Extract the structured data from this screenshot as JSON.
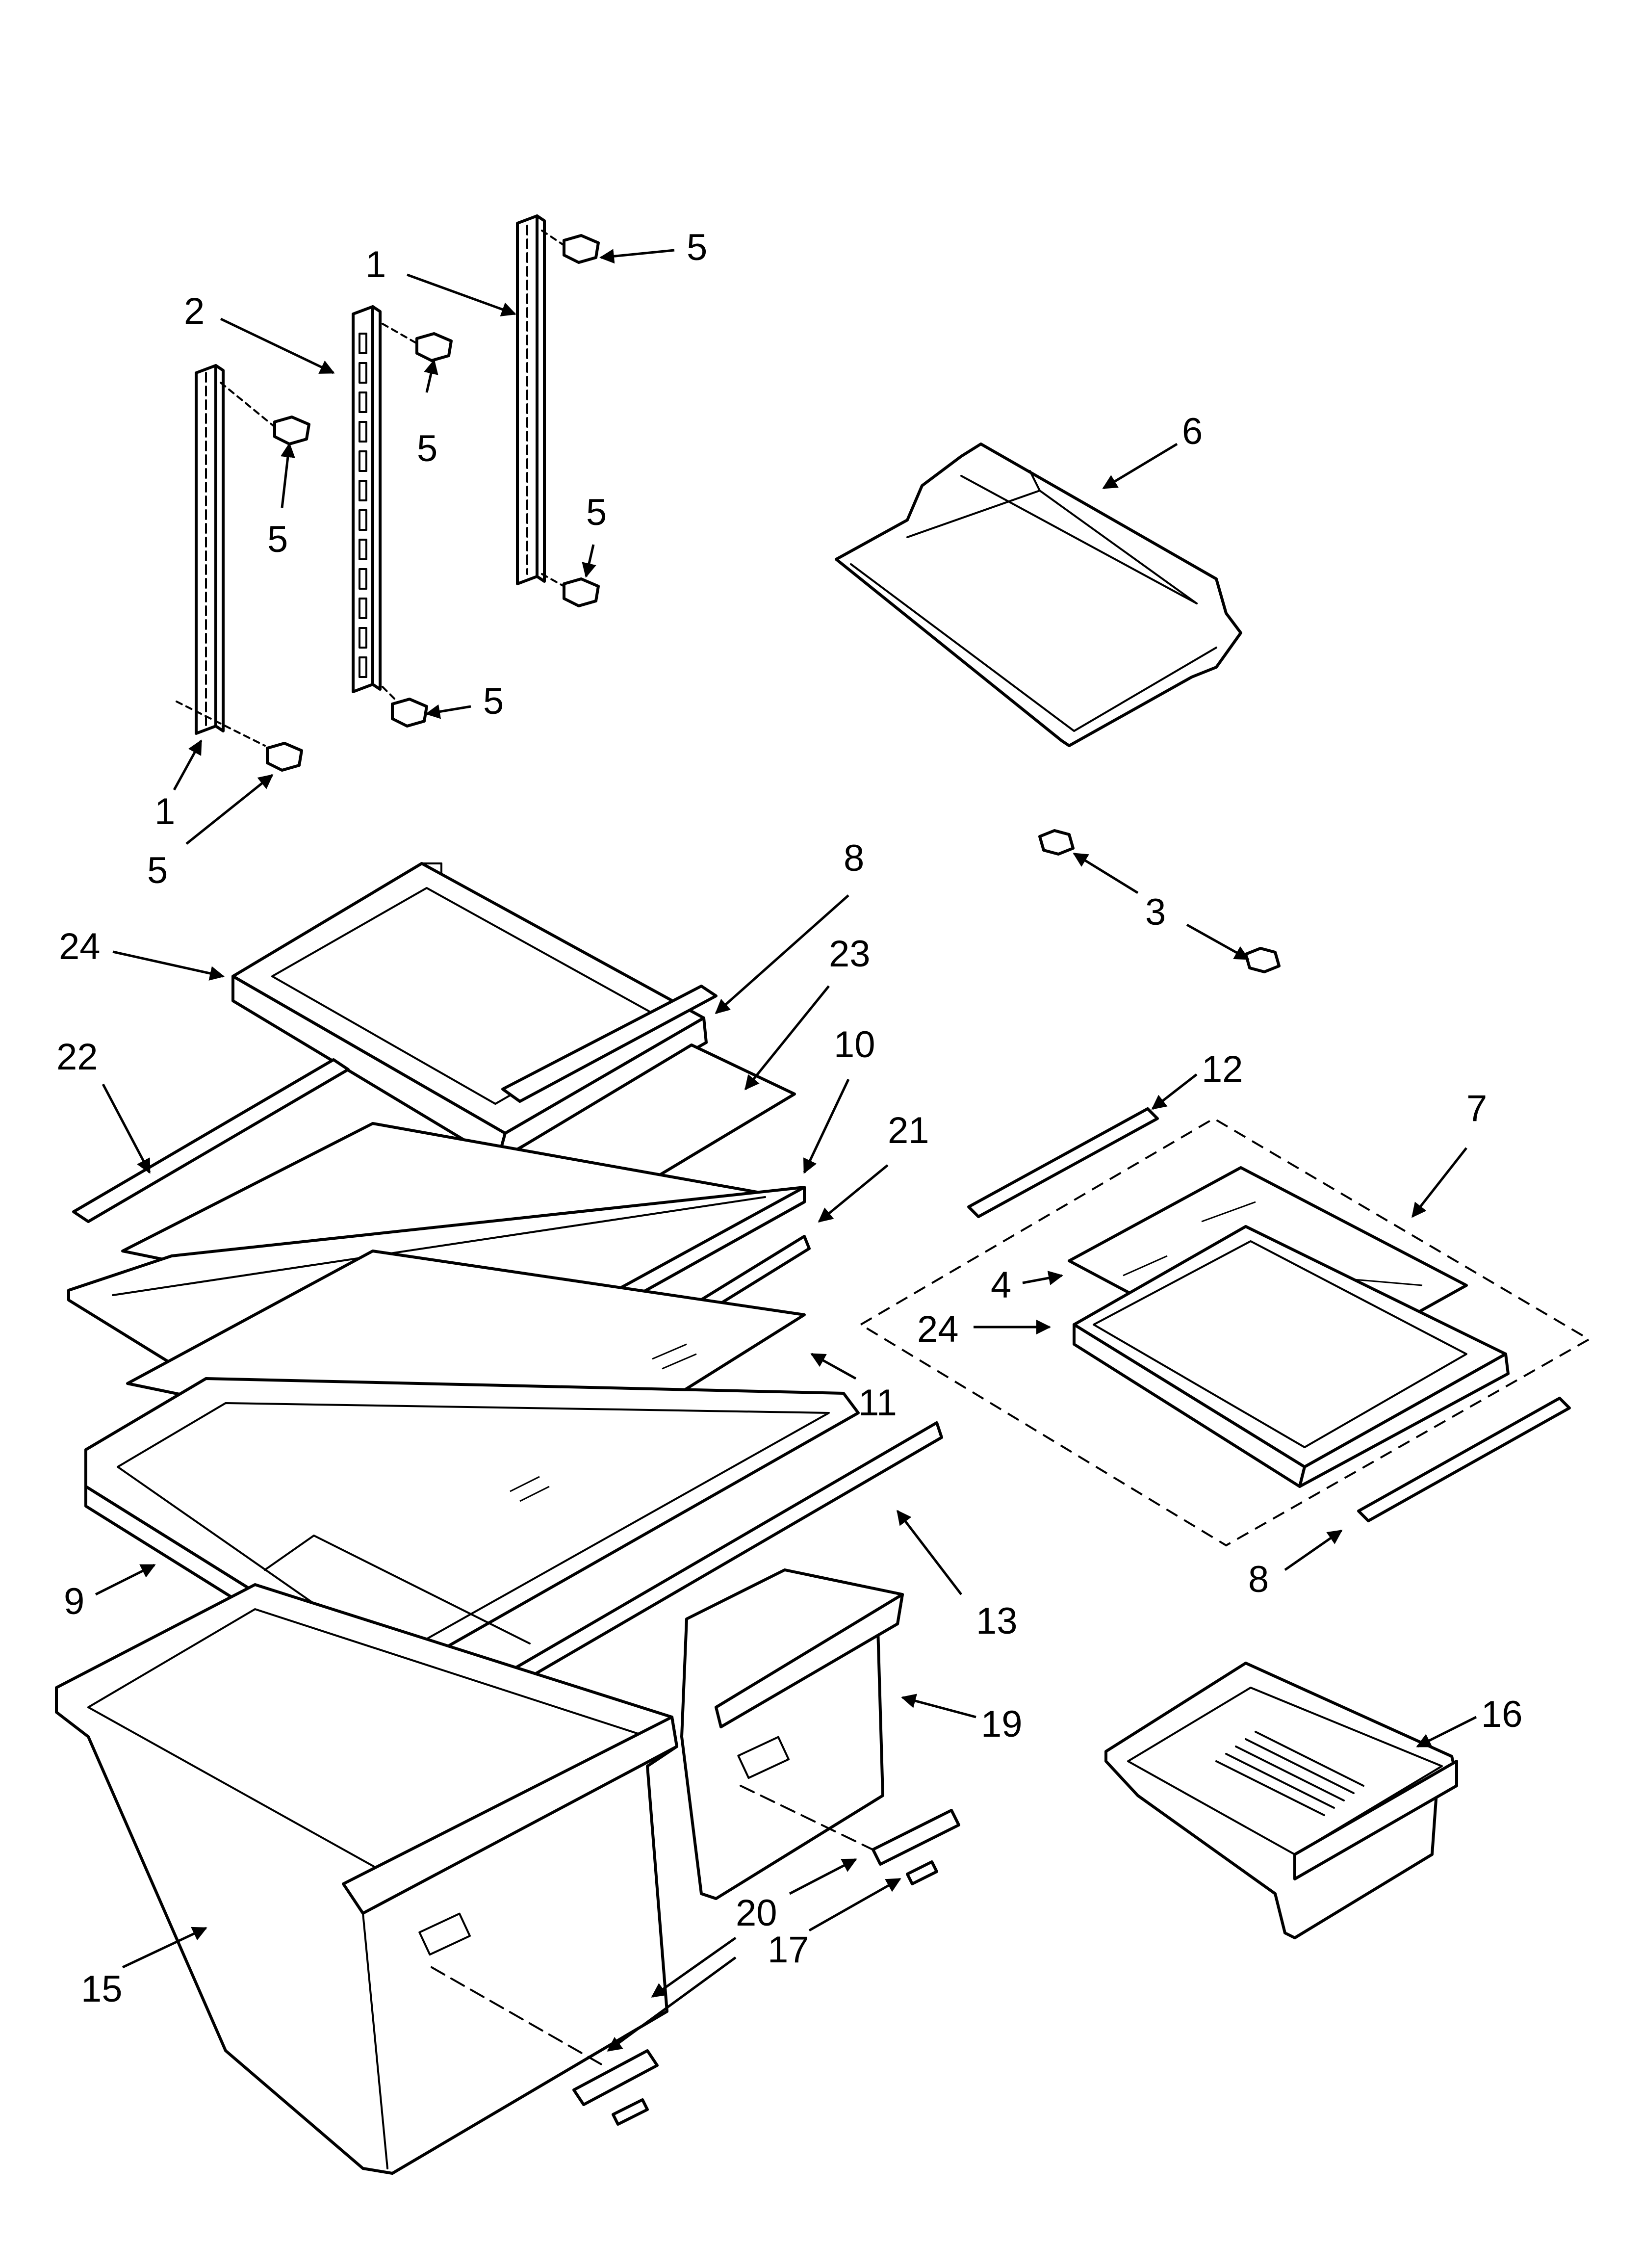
{
  "diagram": {
    "callouts": {
      "c1_top": "1",
      "c1_bottom": "1",
      "c2": "2",
      "c3": "3",
      "c4": "4",
      "c5_a": "5",
      "c5_b": "5",
      "c5_c": "5",
      "c5_d": "5",
      "c5_e": "5",
      "c5_f": "5",
      "c6": "6",
      "c7": "7",
      "c8_top": "8",
      "c8_right": "8",
      "c9": "9",
      "c10": "10",
      "c11": "11",
      "c12": "12",
      "c13": "13",
      "c15": "15",
      "c16": "16",
      "c17": "17",
      "c19": "19",
      "c20": "20",
      "c21": "21",
      "c22": "22",
      "c23": "23",
      "c24_left": "24",
      "c24_right": "24"
    }
  }
}
